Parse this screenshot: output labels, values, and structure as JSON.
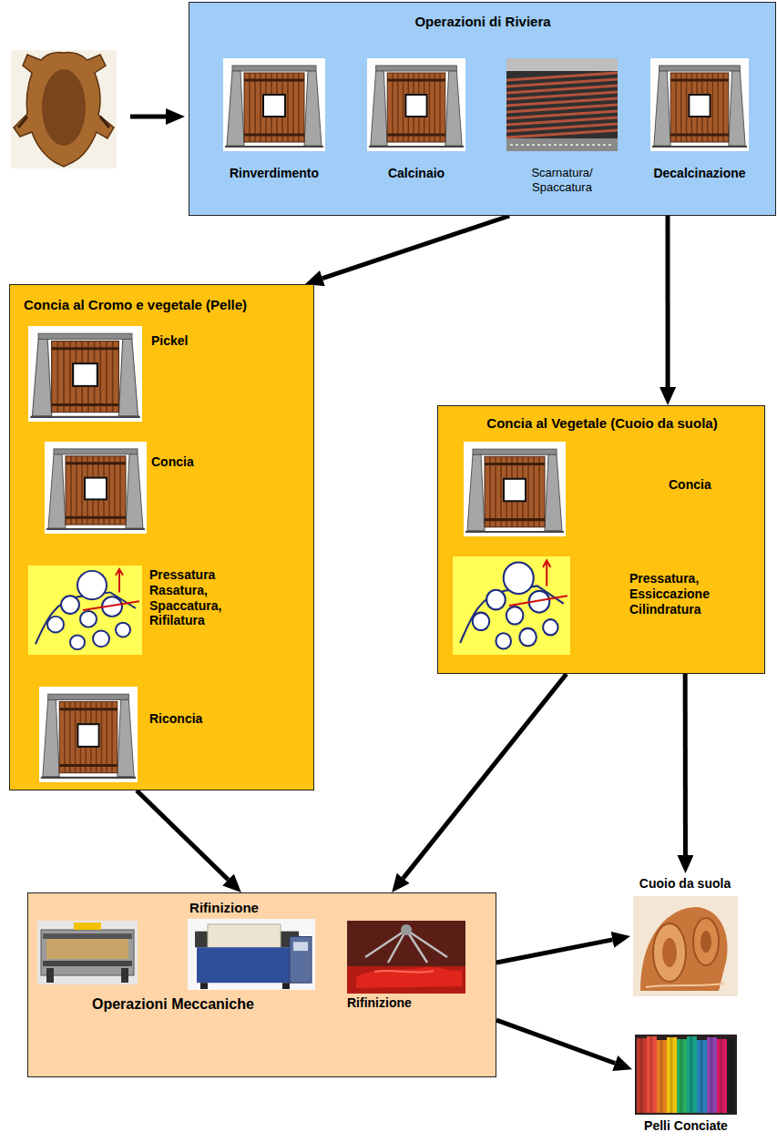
{
  "diagram": {
    "nodes": [
      {
        "text": [
          "Operazioni di Riviera"
        ]
      },
      {
        "text": [
          "Rinverdimento"
        ],
        "in": 0
      },
      {
        "text": [
          "Calcinaio"
        ],
        "in": 0
      },
      {
        "text": [
          "Scarnatura/ Spaccatura"
        ],
        "in": 0
      },
      {
        "text": [
          "Decalcinazione"
        ],
        "in": 0
      },
      {
        "text": [
          "Concia al Cromo e vegetale (Pelle)"
        ]
      },
      {
        "text": [
          "Pickel"
        ],
        "in": 5
      },
      {
        "text": [
          "Concia"
        ],
        "in": 5
      },
      {
        "text": [
          "Pressatura Rasatura, Spaccatura, Rifilatura"
        ],
        "in": 5
      },
      {
        "text": [
          "Riconcia"
        ],
        "in": 5
      },
      {
        "text": [
          "Concia al Vegetale (Cuoio da suola)"
        ]
      },
      {
        "text": [
          "Concia"
        ],
        "in": 10
      },
      {
        "text": [
          "Pressatura, Essiccazione Cilindratura"
        ],
        "in": 10
      },
      {
        "text": [
          "Rifinizione"
        ]
      },
      {
        "text": [
          "Operazioni Meccaniche"
        ],
        "in": 13
      },
      {
        "text": [
          "Rifinizione"
        ],
        "in": 13
      },
      {
        "text": [
          "Cuoio da suola"
        ]
      },
      {
        "text": [
          "Pelli Conciate"
        ]
      }
    ],
    "edges": [
      {
        "from": 0,
        "to": 5,
        "arrow": "to"
      },
      {
        "from": 0,
        "to": 10,
        "arrow": "to"
      },
      {
        "from": 5,
        "to": 13,
        "arrow": "to"
      },
      {
        "from": 10,
        "to": 13,
        "arrow": "to"
      },
      {
        "from": 10,
        "to": 16,
        "arrow": "to"
      },
      {
        "from": 13,
        "to": 16,
        "arrow": "to"
      },
      {
        "from": 13,
        "to": 17,
        "arrow": "to"
      }
    ]
  }
}
